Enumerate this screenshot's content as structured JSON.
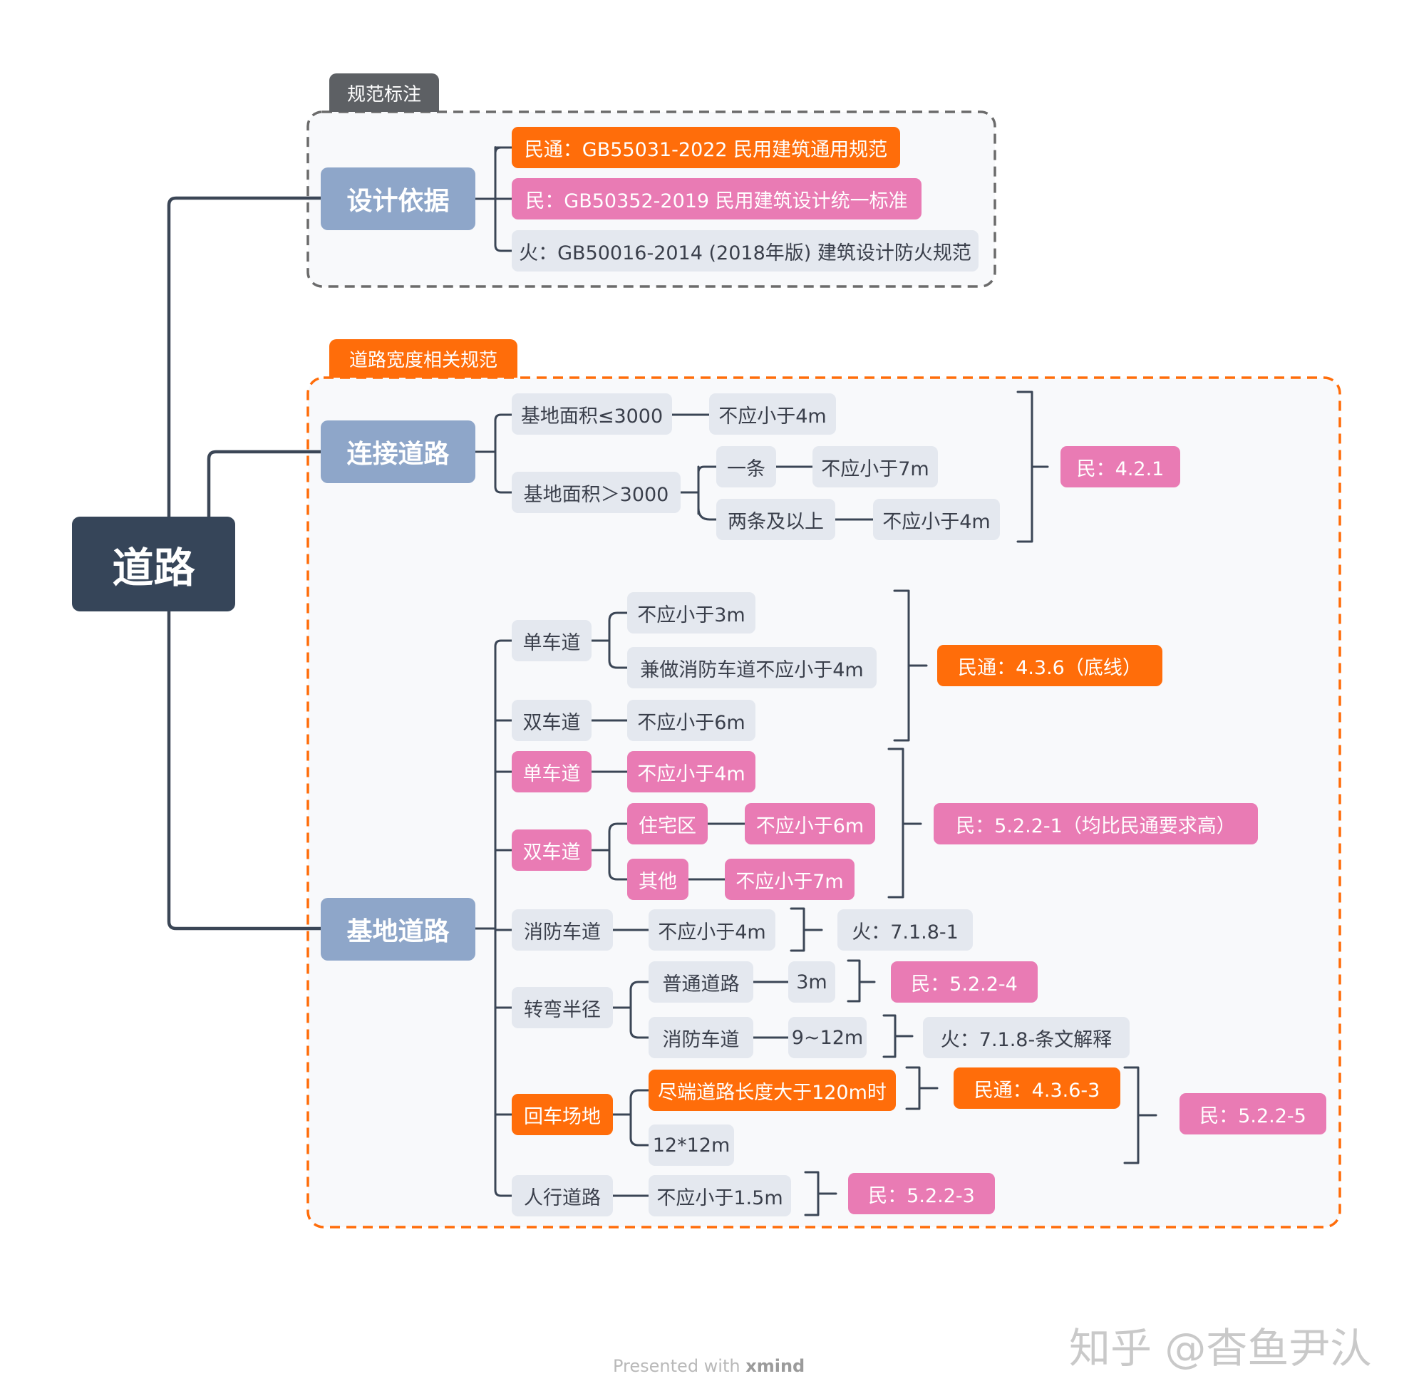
{
  "root": {
    "label": "道路"
  },
  "sections": {
    "basis": {
      "tag": "规范标注"
    },
    "width": {
      "tag": "道路宽度相关规范"
    }
  },
  "nodes": {
    "basis": {
      "label": "设计依据",
      "refs": [
        "民通：GB55031-2022 民用建筑通用规范",
        "民：GB50352-2019 民用建筑设计统一标准",
        "火：GB50016-2014 (2018年版) 建筑设计防火规范"
      ]
    },
    "connect": {
      "label": "连接道路",
      "area_small": "基地面积≤3000",
      "area_small_req": "不应小于4m",
      "area_large": "基地面积＞3000",
      "one": "一条",
      "one_req": "不应小于7m",
      "multi": "两条及以上",
      "multi_req": "不应小于4m",
      "ref": "民：4.2.1"
    },
    "site": {
      "label": "基地道路",
      "single_a": "单车道",
      "single_a_req1": "不应小于3m",
      "single_a_req2": "兼做消防车道不应小于4m",
      "double_a": "双车道",
      "double_a_req": "不应小于6m",
      "ref_a": "民通：4.3.6（底线）",
      "single_b": "单车道",
      "single_b_req": "不应小于4m",
      "double_b": "双车道",
      "residential": "住宅区",
      "residential_req": "不应小于6m",
      "other": "其他",
      "other_req": "不应小于7m",
      "ref_b": "民：5.2.2-1（均比民通要求高）",
      "fire": "消防车道",
      "fire_req": "不应小于4m",
      "fire_ref": "火：7.1.8-1",
      "turn": "转弯半径",
      "normal_road": "普通道路",
      "normal_val": "3m",
      "normal_ref": "民：5.2.2-4",
      "fire_road": "消防车道",
      "fire_val": "9~12m",
      "fire_road_ref": "火：7.1.8-条文解释",
      "turnaround": "回车场地",
      "deadend": "尽端道路长度大于120m时",
      "deadend_ref": "民通：4.3.6-3",
      "size": "12*12m",
      "turnaround_ref": "民：5.2.2-5",
      "walk": "人行道路",
      "walk_req": "不应小于1.5m",
      "walk_ref": "民：5.2.2-3"
    }
  },
  "footer": {
    "presented": "Presented with",
    "brand": "xmind"
  },
  "watermark": "知乎 @杳鱼尹汄",
  "colors": {
    "root": "#364559",
    "main": "#8ea6c9",
    "gray": "#e4e8ef",
    "orange": "#ff6d0a",
    "pink": "#e97bb4",
    "line": "#3b4656",
    "frame_gray": "#6b6b6b"
  }
}
